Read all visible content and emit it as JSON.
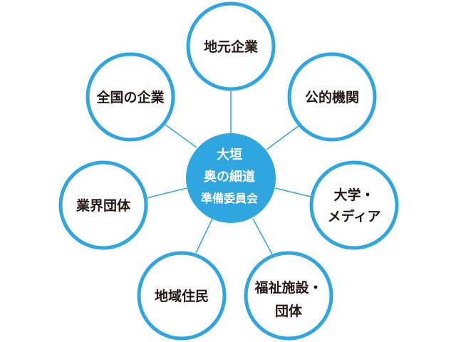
{
  "colors": {
    "accent": "#2fa6df",
    "text": "#231815",
    "hub_text": "#ffffff"
  },
  "hub": {
    "lines": [
      "大垣",
      "奥の細道",
      "準備委員会"
    ]
  },
  "nodes": [
    {
      "lines": [
        "地元企業"
      ]
    },
    {
      "lines": [
        "公的機関"
      ]
    },
    {
      "lines": [
        "大学・",
        "メディア"
      ]
    },
    {
      "lines": [
        "福祉施設・",
        "団体"
      ]
    },
    {
      "lines": [
        "地域住民"
      ]
    },
    {
      "lines": [
        "業界団体"
      ]
    },
    {
      "lines": [
        "全国の企業"
      ]
    }
  ]
}
